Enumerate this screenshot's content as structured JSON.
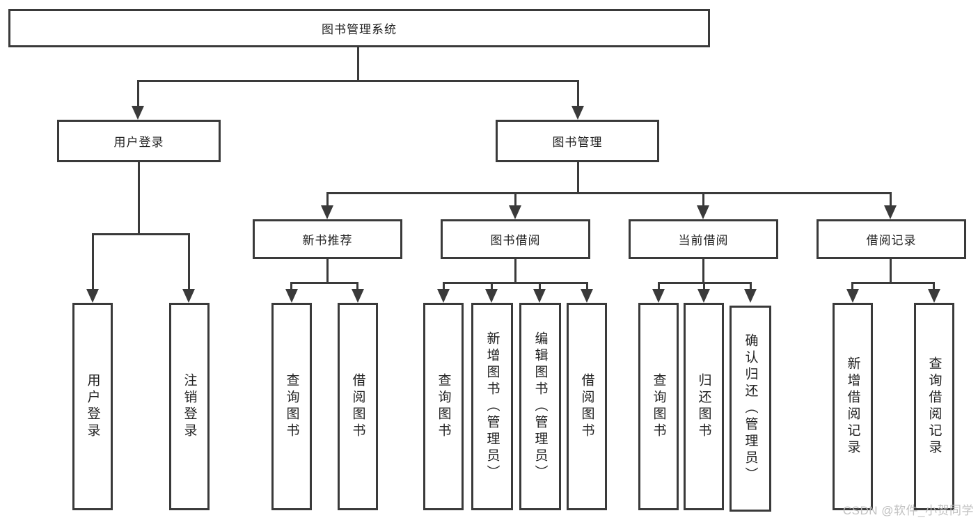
{
  "diagram": {
    "title": "图书管理系统",
    "level2": {
      "user_login": "用户登录",
      "book_manage": "图书管理"
    },
    "user_login_children": {
      "login": "用户登录",
      "logout": "注销登录"
    },
    "book_manage_children": {
      "new_rec": "新书推荐",
      "borrow": "图书借阅",
      "current": "当前借阅",
      "records": "借阅记录"
    },
    "new_rec_children": {
      "query": "查询图书",
      "borrow": "借阅图书"
    },
    "borrow_children": {
      "query": "查询图书",
      "add": "新增图书（管理员）",
      "edit": "编辑图书（管理员）",
      "borrow": "借阅图书"
    },
    "current_children": {
      "query": "查询图书",
      "return": "归还图书",
      "confirm": "确认归还（管理员）"
    },
    "records_children": {
      "add": "新增借阅记录",
      "query": "查询借阅记录"
    }
  },
  "watermark": "CSDN @软件_小贺同学",
  "colors": {
    "line": "#3a3a3a",
    "text": "#222222",
    "watermark": "#bebebe",
    "background": "#ffffff"
  }
}
